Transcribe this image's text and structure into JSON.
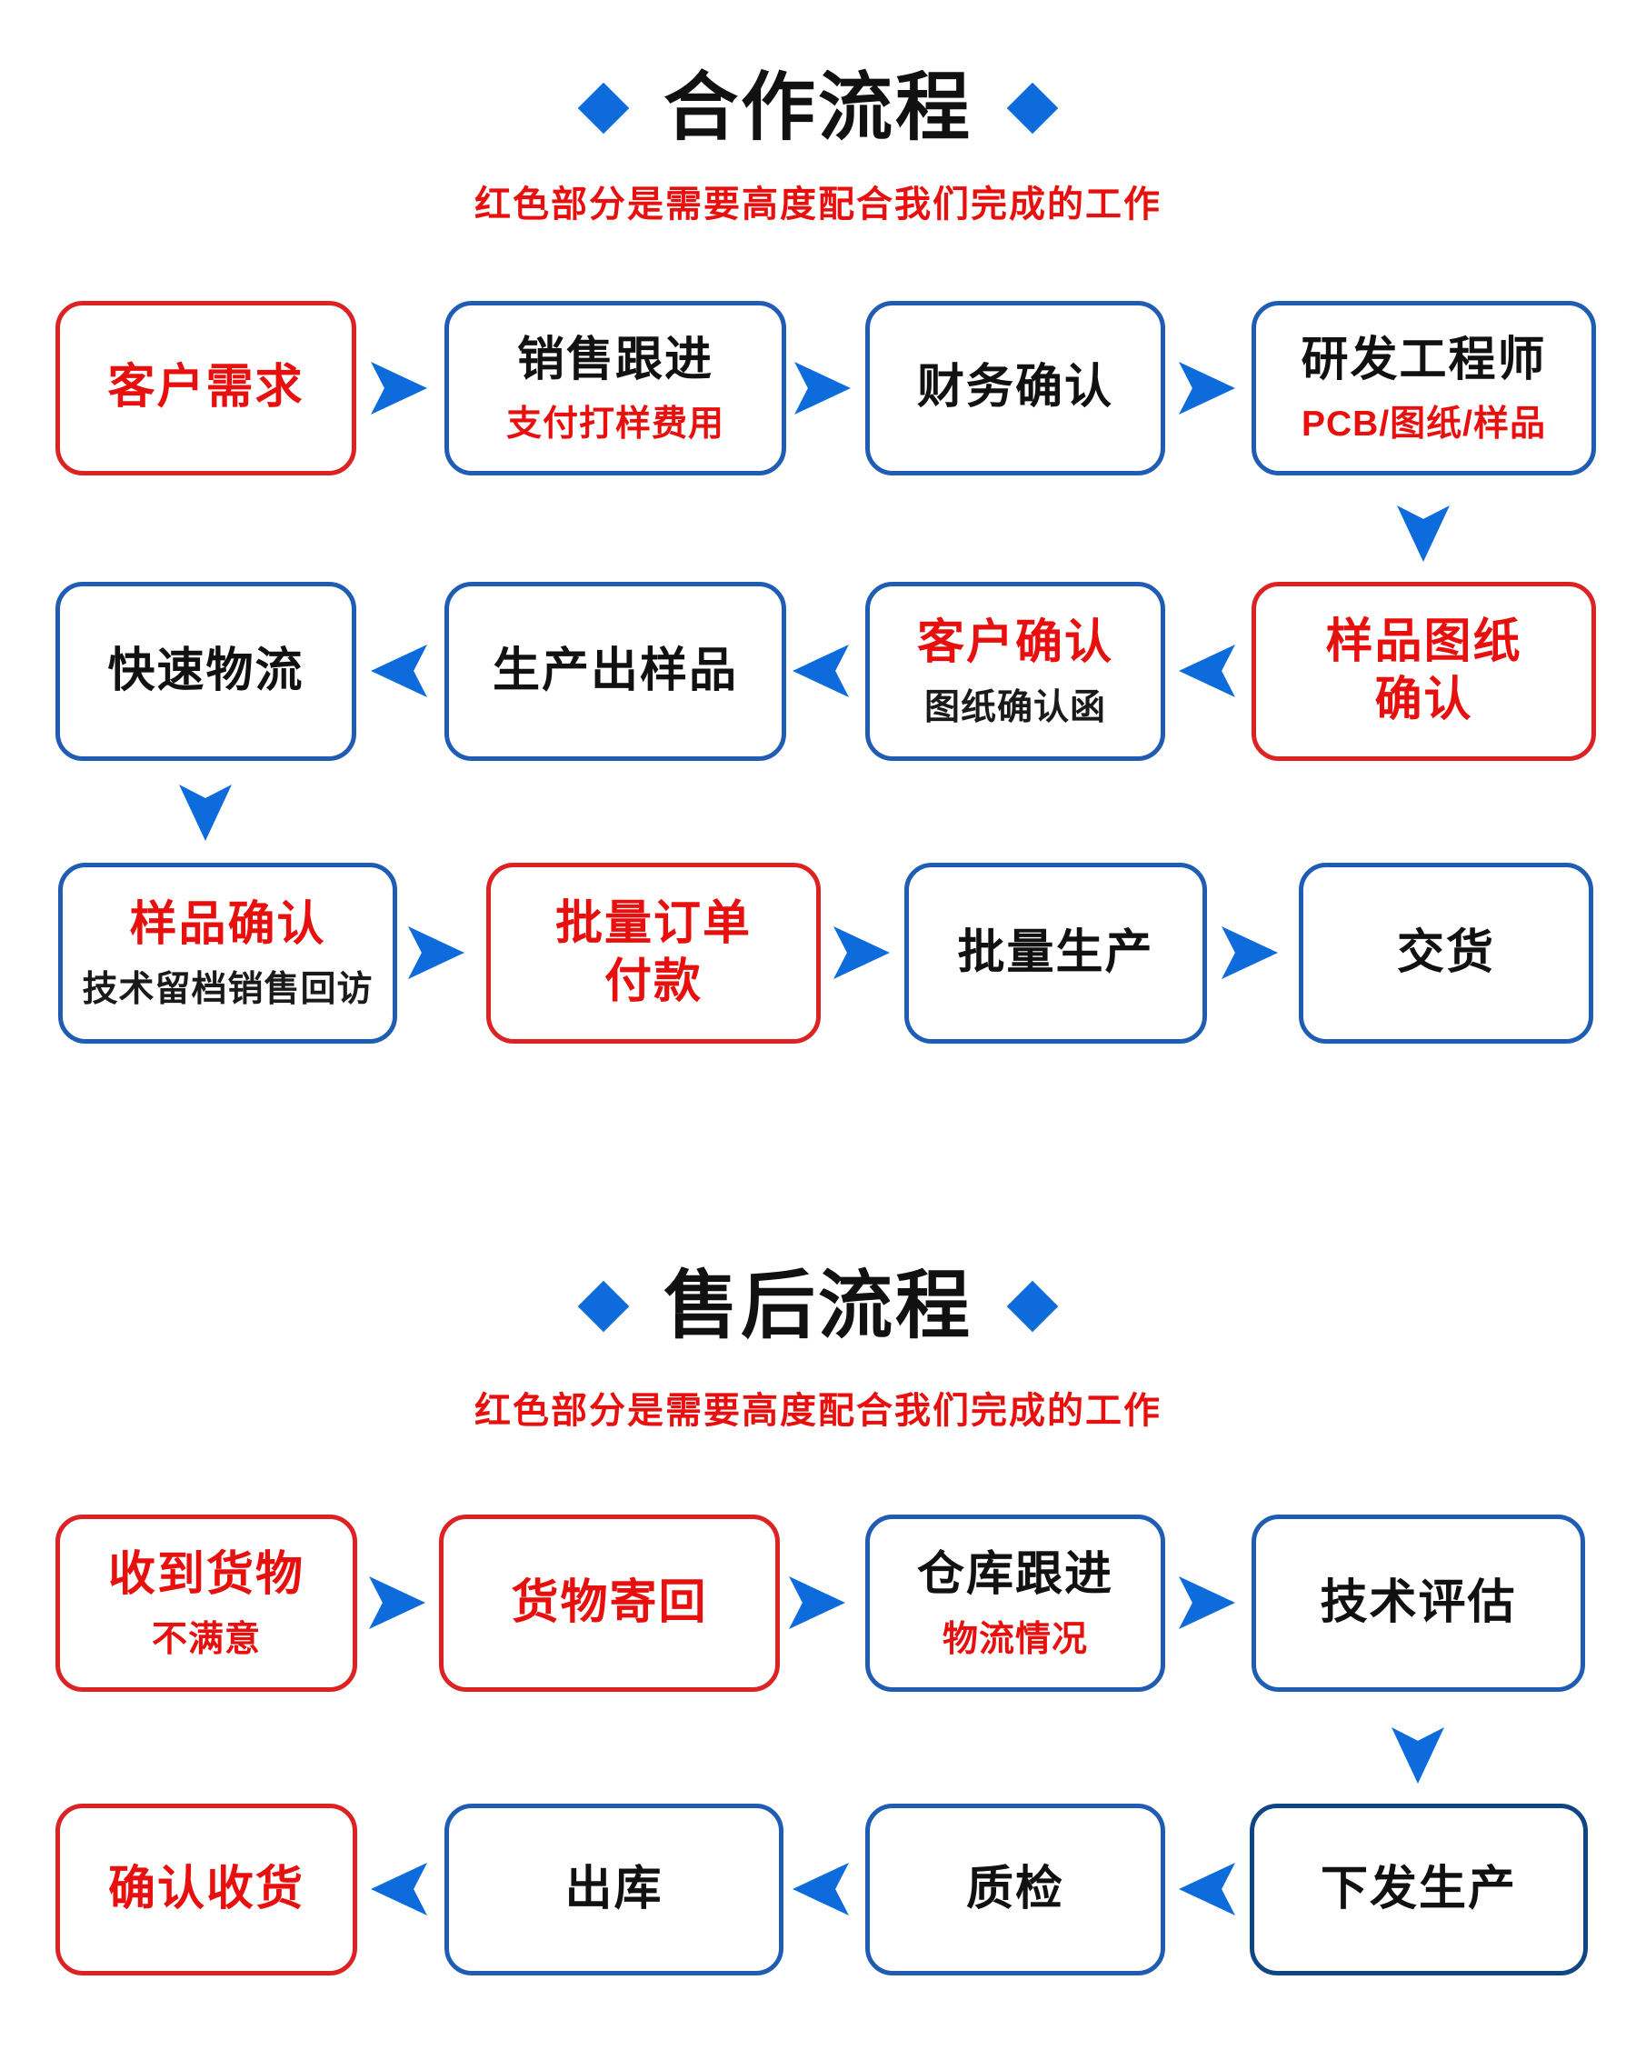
{
  "colors": {
    "accent_blue": "#0d6bdb",
    "border_blue": "#1f5cb4",
    "border_navy": "#0e4584",
    "border_red": "#dc2222",
    "red": "#e8100e",
    "text_black": "#111111"
  },
  "sections": [
    {
      "title": "合作流程",
      "subtitle": "红色部分是需要高度配合我们完成的工作",
      "boxes": [
        {
          "title": "客户需求"
        },
        {
          "title": "销售跟进",
          "subtitle": "支付打样费用"
        },
        {
          "title": "财务确认"
        },
        {
          "title": "研发工程师",
          "subtitle": "PCB/图纸/样品"
        },
        {
          "title": "快速物流"
        },
        {
          "title": "生产出样品"
        },
        {
          "title": "客户确认",
          "subtitle": "图纸确认函"
        },
        {
          "title": "样品图纸\n确认"
        },
        {
          "title": "样品确认",
          "subtitle": "技术留档销售回访"
        },
        {
          "title": "批量订单\n付款"
        },
        {
          "title": "批量生产"
        },
        {
          "title": "交货"
        }
      ]
    },
    {
      "title": "售后流程",
      "subtitle": "红色部分是需要高度配合我们完成的工作",
      "boxes": [
        {
          "title": "收到货物",
          "subtitle": "不满意"
        },
        {
          "title": "货物寄回"
        },
        {
          "title": "仓库跟进",
          "subtitle": "物流情况"
        },
        {
          "title": "技术评估"
        },
        {
          "title": "确认收货"
        },
        {
          "title": "出库"
        },
        {
          "title": "质检"
        },
        {
          "title": "下发生产"
        }
      ]
    }
  ]
}
